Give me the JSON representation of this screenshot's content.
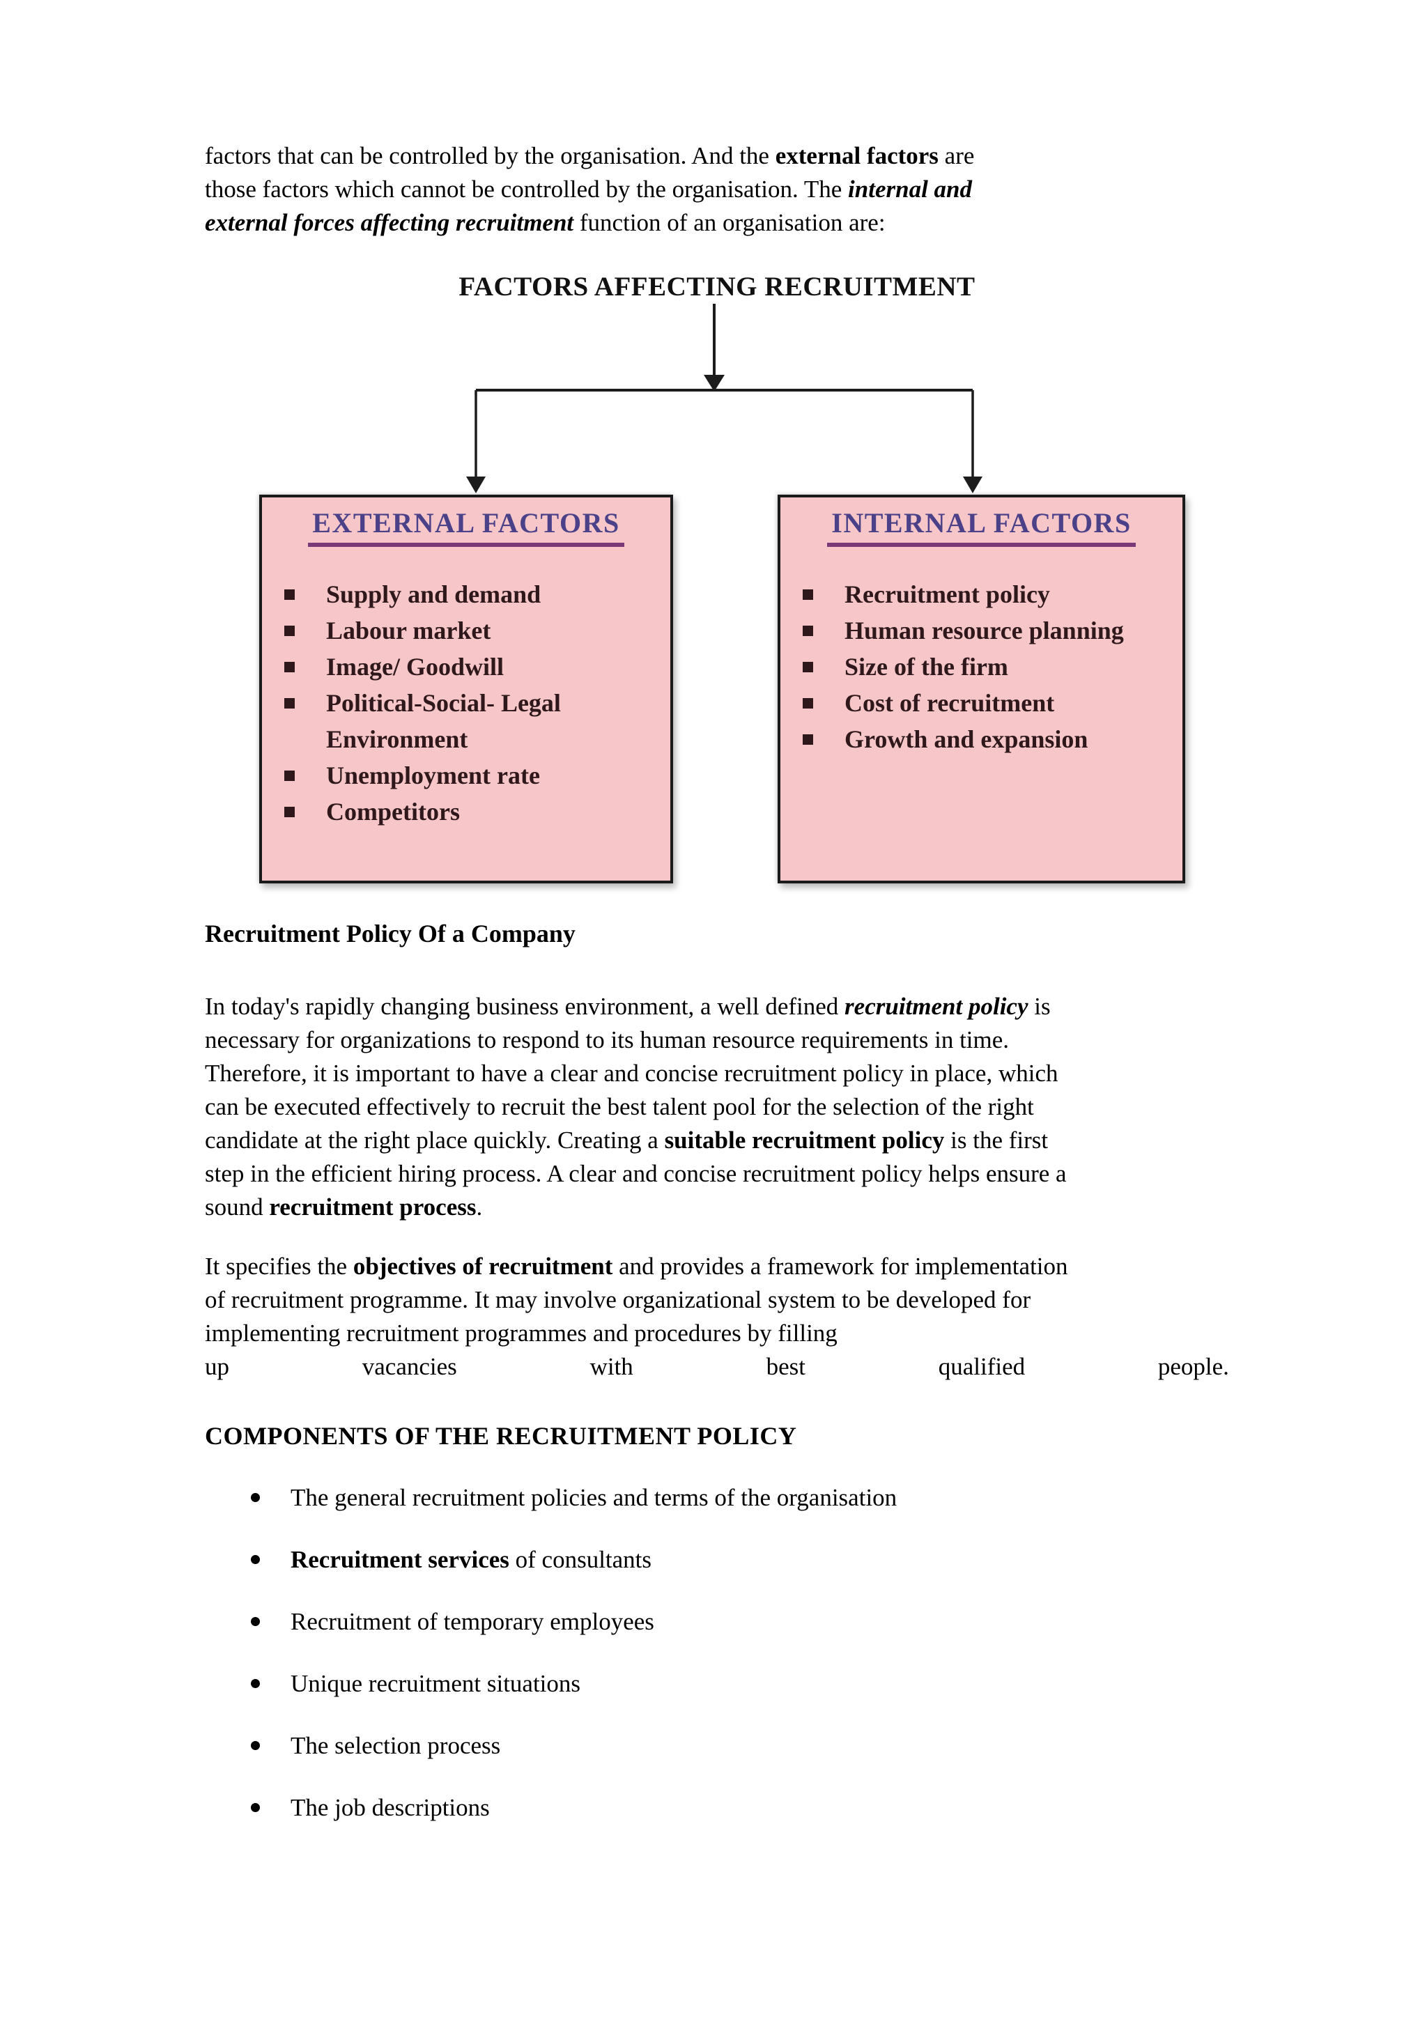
{
  "colors": {
    "page_bg": "#ffffff",
    "box_bg": "#f6c6c9",
    "box_border": "#1a1a1a",
    "box_heading_text": "#4a4189",
    "box_heading_underline": "#7b3a77",
    "box_item_text": "#2e181b",
    "arrow": "#1c1c1c",
    "body_text": "#000000"
  },
  "intro": {
    "lines": [
      [
        {
          "t": "factors that can be controlled by the organisation. And the "
        },
        {
          "t": "external factors",
          "s": "b"
        },
        {
          "t": " are"
        }
      ],
      [
        {
          "t": "those factors which cannot be controlled by the organisation. The "
        },
        {
          "t": "internal and",
          "s": "bi"
        }
      ],
      [
        {
          "t": "external forces affecting recruitment",
          "s": "bi"
        },
        {
          "t": " function of an organisation are:"
        }
      ]
    ]
  },
  "diagram": {
    "title": "FACTORS AFFECTING RECRUITMENT",
    "external": {
      "heading": "EXTERNAL FACTORS",
      "items": [
        "Supply and demand",
        "Labour market",
        "Image/ Goodwill",
        "Political-Social- Legal Environment",
        "Unemployment rate",
        "Competitors"
      ]
    },
    "internal": {
      "heading": "INTERNAL FACTORS",
      "items": [
        "Recruitment policy",
        "Human resource planning",
        "Size of the firm",
        "Cost of recruitment",
        "Growth and expansion"
      ]
    }
  },
  "policy_section": {
    "heading": "Recruitment Policy Of a Company",
    "lines": [
      [
        {
          "t": "In today's rapidly changing business environment, a well defined "
        },
        {
          "t": "recruitment policy",
          "s": "bi"
        },
        {
          "t": " is"
        }
      ],
      [
        {
          "t": "necessary for organizations to respond to its human resource requirements in time."
        }
      ],
      [
        {
          "t": "Therefore, it is important to have a clear and concise recruitment policy in place, which"
        }
      ],
      [
        {
          "t": "can be executed effectively to recruit the best talent pool for the selection of the right"
        }
      ],
      [
        {
          "t": "candidate at the right place quickly. Creating a "
        },
        {
          "t": "suitable recruitment policy",
          "s": "b"
        },
        {
          "t": " is the first"
        }
      ],
      [
        {
          "t": "step in the efficient hiring process. A clear and concise recruitment policy helps ensure a"
        }
      ],
      [
        {
          "t": "sound "
        },
        {
          "t": "recruitment process",
          "s": "b"
        },
        {
          "t": "."
        }
      ]
    ]
  },
  "objectives_section": {
    "lines": [
      [
        {
          "t": "It specifies the "
        },
        {
          "t": "objectives of recruitment",
          "s": "b"
        },
        {
          "t": " and provides a framework for implementation"
        }
      ],
      [
        {
          "t": "of recruitment programme. It may involve organizational system to be developed for"
        }
      ],
      [
        {
          "t": "implementing recruitment programmes and procedures by filling"
        }
      ]
    ],
    "spread_words": [
      "up",
      "vacancies",
      "with",
      "best",
      "qualified",
      "people."
    ]
  },
  "components_section": {
    "heading": "COMPONENTS OF THE RECRUITMENT POLICY",
    "items": [
      [
        {
          "t": "The general recruitment policies and terms of the organisation"
        }
      ],
      [
        {
          "t": "Recruitment services",
          "s": "b"
        },
        {
          "t": " of consultants"
        }
      ],
      [
        {
          "t": "Recruitment of temporary employees"
        }
      ],
      [
        {
          "t": "Unique recruitment situations"
        }
      ],
      [
        {
          "t": "The selection process"
        }
      ],
      [
        {
          "t": "The job descriptions"
        }
      ]
    ]
  }
}
